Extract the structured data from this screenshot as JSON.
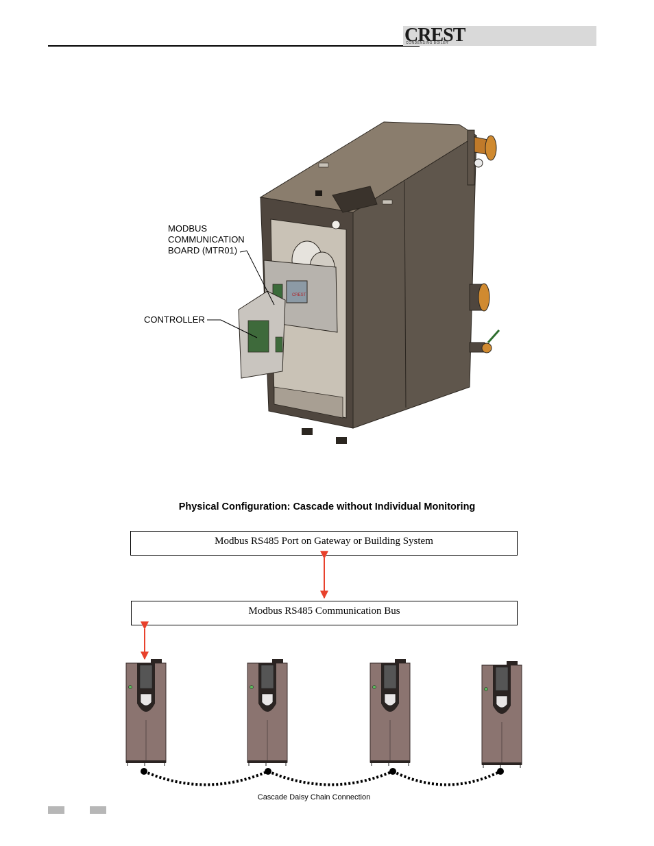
{
  "header": {
    "brand": "CREST",
    "brand_subtitle": "CONDENSING BOILER"
  },
  "figure": {
    "callout_modbus": "MODBUS\nCOMMUNICATION\nBOARD (MTR01)",
    "callout_controller": "CONTROLLER",
    "front_logo": "CREST"
  },
  "diagram": {
    "title": "Physical Configuration:  Cascade without Individual Monitoring",
    "gateway_box": "Modbus RS485 Port on Gateway or Building System",
    "bus_box": "Modbus RS485 Communication Bus",
    "chain_label": "Cascade Daisy Chain Connection"
  },
  "colors": {
    "arrow": "#e8412c",
    "cabinet": "#5b5248",
    "cabinet_top": "#8a7d6d",
    "unit_body": "#8b7470",
    "brass": "#c07a2a"
  }
}
